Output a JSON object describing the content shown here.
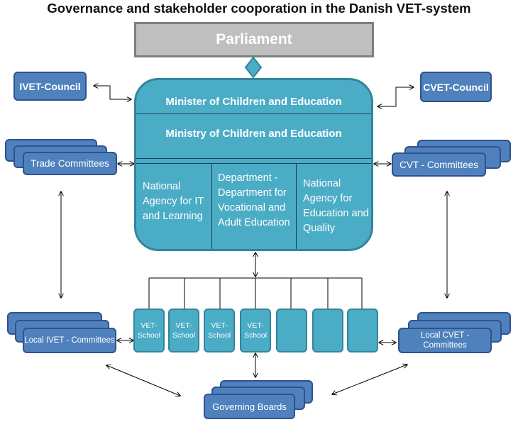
{
  "title": "Governance and stakeholder cooporation in the Danish VET-system",
  "parliament": "Parliament",
  "ivet_council": "IVET-Council",
  "cvet_council": "CVET-Council",
  "ministry": {
    "minister": "Minister of Children and Education",
    "ministry": "Ministry of Children and Education",
    "units": [
      "National Agency for IT and Learning",
      "Department - Department for Vocational and Adult Education",
      "National Agency for Education and Quality"
    ]
  },
  "trade_committees": "Trade Committees",
  "cvt_committees": "CVT - Committees",
  "local_ivet": "Local IVET - Committees",
  "local_cvet": "Local CVET - Committees",
  "vet_school": "VET-School",
  "governing_boards": "Governing Boards",
  "colors": {
    "navy": "#4f81bd",
    "teal": "#4bacc6",
    "gray": "#bfbfbf"
  }
}
